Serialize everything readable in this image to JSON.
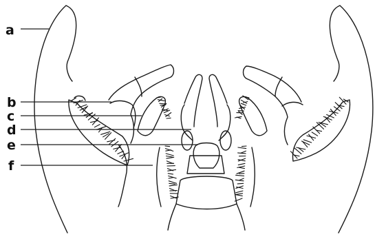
{
  "figure": {
    "labels": {
      "a": "a",
      "b": "b",
      "c": "c",
      "d": "d",
      "e": "e",
      "f": "f"
    },
    "colors": {
      "ink": "#1a1a1a",
      "background": "#ffffff"
    }
  }
}
